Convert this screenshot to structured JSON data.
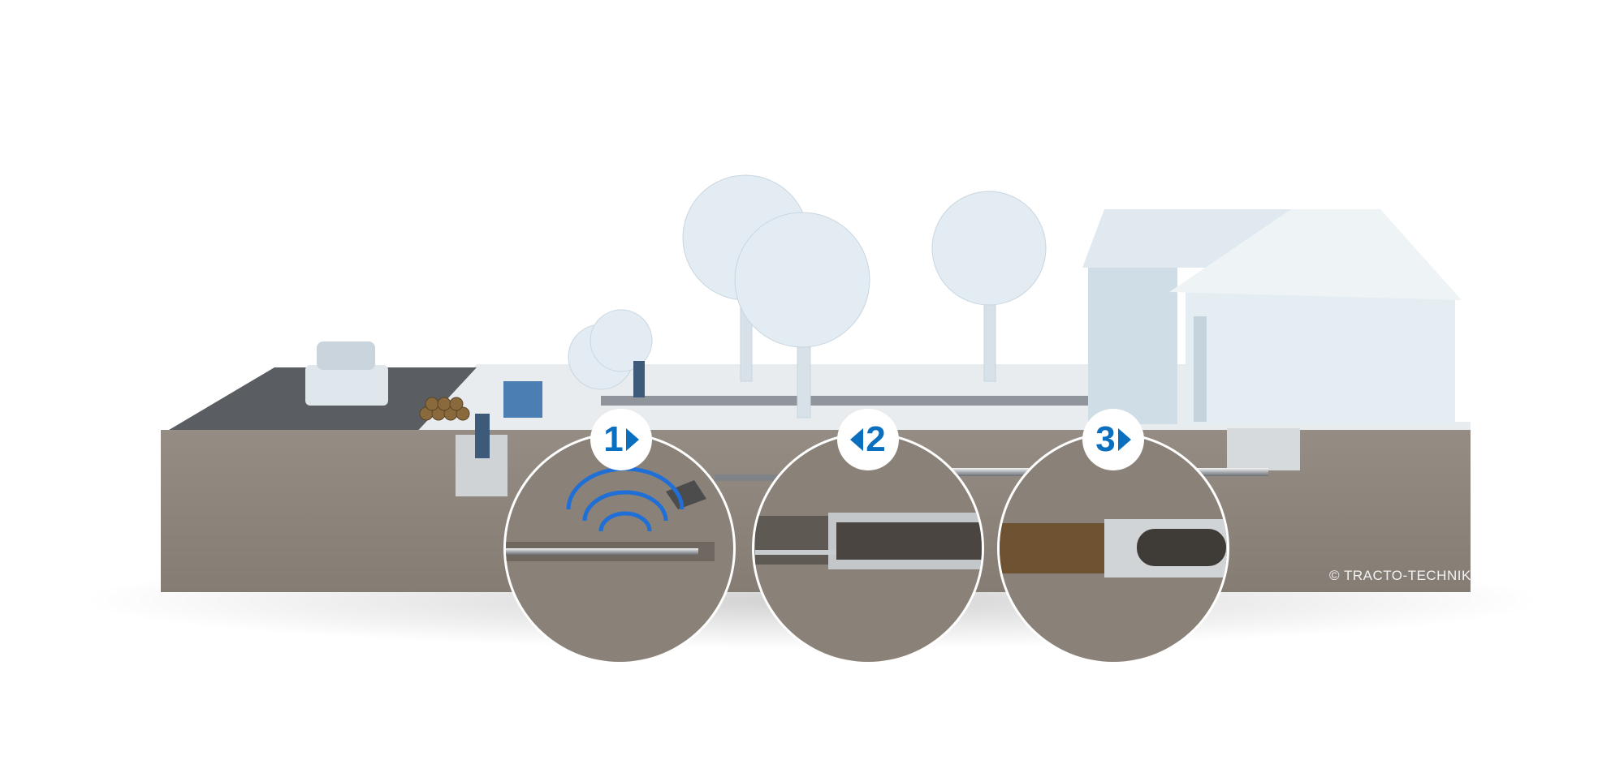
{
  "steps": [
    {
      "number": "1",
      "arrow": "arrow-right-icon"
    },
    {
      "number": "2",
      "arrow": "arrow-left-icon"
    },
    {
      "number": "3",
      "arrow": "arrow-right-icon"
    }
  ],
  "copyright": "© TRACTO-TECHNIK",
  "colors": {
    "accent": "#0a6fbf",
    "soil": "#8b837a",
    "road": "#5a5d61",
    "surface": "#eceef0"
  }
}
